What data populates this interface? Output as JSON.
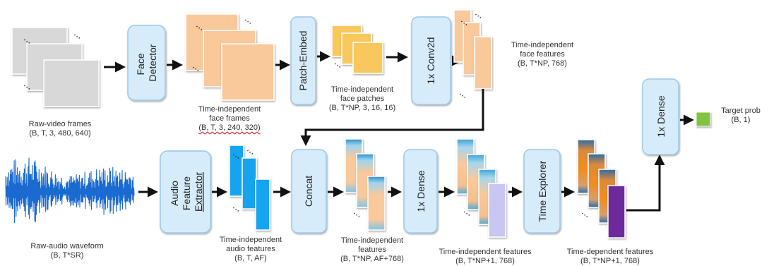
{
  "blocks": {
    "face_detector": [
      "Face",
      "Detector"
    ],
    "patch_embed": "Patch-Embed",
    "conv2d": "1x Conv2d",
    "audio_extractor": [
      "Audio",
      "Feature",
      "Extractor"
    ],
    "concat": "Concat",
    "dense1": "1x Dense",
    "time_explorer": "Time Explorer",
    "dense_final": "1x Dense"
  },
  "labels": {
    "raw_video": [
      "Raw-video frames",
      "(B, T, 3, 480, 640)"
    ],
    "face_frames": [
      "Time-independent",
      "face frames",
      "(B, T, 3, 240, 320)"
    ],
    "face_patches": [
      "Time-independent",
      "face patches",
      "(B, T*NP, 3, 16, 16)"
    ],
    "face_features": [
      "Time-independent",
      "face features",
      "(B, T*NP, 768)"
    ],
    "target": [
      "Target prob",
      "(B, 1)"
    ],
    "raw_audio": [
      "Raw-audio waveform",
      "(B, T*SR)"
    ],
    "audio_features": [
      "Time-independent",
      "audio features",
      "(B, T, AF)"
    ],
    "concat_features": [
      "Time-independent",
      "features",
      "(B, T*NP, AF+768)"
    ],
    "indep_features": [
      "Time-independent features",
      "(B, T*NP+1, 768)"
    ],
    "dep_features": [
      "Time-dependent features",
      "(B, T*NP+1, 768)"
    ]
  },
  "colors": {
    "block_fill": "#d7ecfb",
    "block_stroke": "#9cc8ea",
    "gray_frame": "#d8d8d8",
    "face_peach": "#f9c99b",
    "patch_yellow": "#f9c85b",
    "audio_blue": "#16a4ee",
    "waveform": "#1a6ad0",
    "lavender": "#c9c6f2",
    "purple": "#6e2c9a",
    "output_green": "#82c341",
    "arrow": "#111111"
  }
}
